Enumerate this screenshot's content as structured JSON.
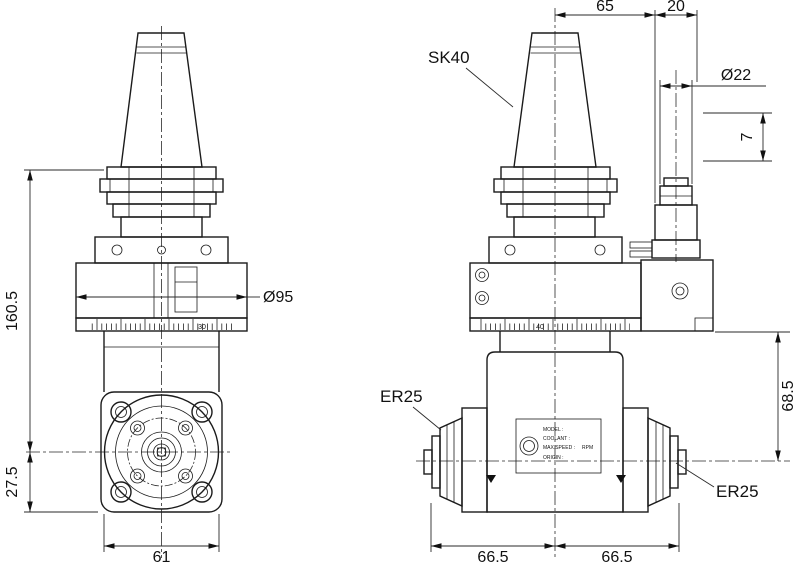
{
  "page": {
    "background": "#ffffff",
    "line_color": "#1b1b1b"
  },
  "front": {
    "dims": {
      "height": "160.5",
      "lower": "27.5",
      "body_dia": "Ø95",
      "base_width": "61"
    },
    "scale_label": "30"
  },
  "side": {
    "labels": {
      "taper": "SK40",
      "collet_left": "ER25",
      "collet_right": "ER25"
    },
    "dims": {
      "top_left": "65",
      "top_right": "20",
      "clamp_dia": "Ø22",
      "collar": "7",
      "arm_height": "68.5",
      "bottom_left": "66.5",
      "bottom_right": "66.5"
    },
    "scale_label": "40",
    "nameplate": {
      "rows": [
        "MODEL :",
        "COOLANT :",
        "MAX.SPEED :",
        "RPM",
        "ORIGIN :"
      ]
    }
  }
}
